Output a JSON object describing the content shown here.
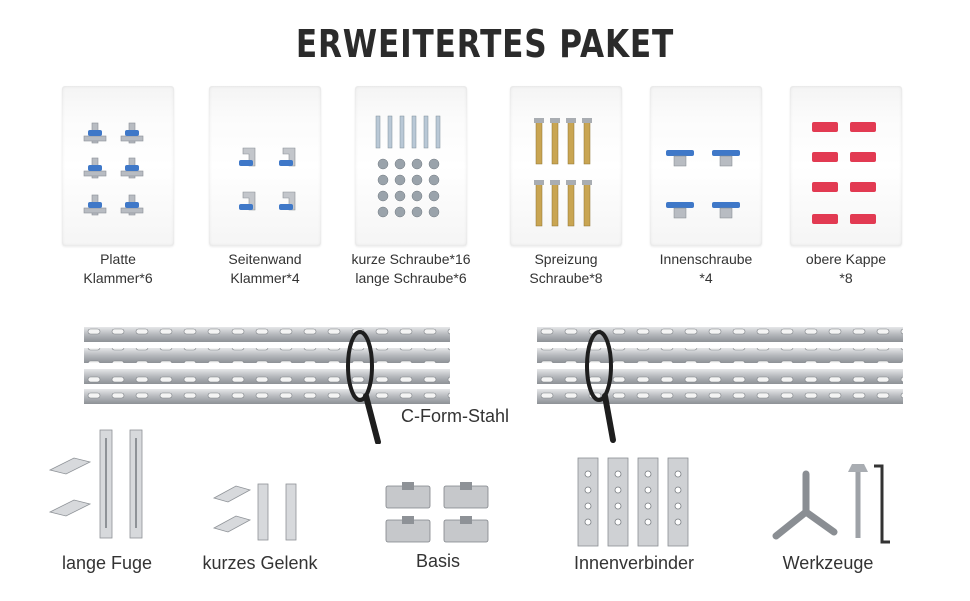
{
  "title": "ERWEITERTES PAKET",
  "bags": [
    {
      "line1": "Platte",
      "line2": "Klammer*6",
      "icon": "plate-clamp-icon"
    },
    {
      "line1": "Seitenwand",
      "line2": "Klammer*4",
      "icon": "side-wall-clamp-icon"
    },
    {
      "line1": "kurze Schraube*16",
      "line2": "lange Schraube*6",
      "icon": "screws-icon"
    },
    {
      "line1": "Spreizung",
      "line2": "Schraube*8",
      "icon": "expansion-screw-icon"
    },
    {
      "line1": "Innenschraube",
      "line2": "*4",
      "icon": "inner-screw-icon"
    },
    {
      "line1": "obere Kappe",
      "line2": "*8",
      "icon": "top-cap-icon"
    }
  ],
  "rail_label": "C-Form-Stahl",
  "parts": [
    {
      "label": "lange Fuge",
      "icon": "long-joint-icon"
    },
    {
      "label": "kurzes Gelenk",
      "icon": "short-joint-icon"
    },
    {
      "label": "Basis",
      "icon": "base-icon"
    },
    {
      "label": "Innenverbinder",
      "icon": "inner-connector-icon"
    },
    {
      "label": "Werkzeuge",
      "icon": "tools-icon"
    }
  ],
  "colors": {
    "steel": "#c9cbce",
    "cap_red": "#e23a52",
    "clamp_blue": "#3f78c8",
    "brass": "#c9a552"
  }
}
